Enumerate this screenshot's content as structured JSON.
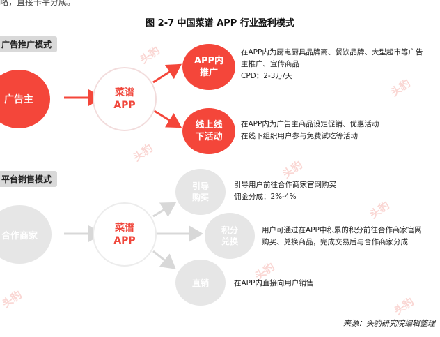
{
  "top_cut_text": "略，直接卡平分成。",
  "figure_title": "图 2-7  中国菜谱 APP 行业盈利模式",
  "section1": {
    "label": "广告推广模式",
    "advertiser": "广告主",
    "center": [
      "菜谱",
      "APP"
    ],
    "branches": [
      {
        "circle": [
          "APP内",
          "推广"
        ],
        "lines": [
          "在APP内为厨电厨具品牌商、餐饮品牌、大型超市等广告",
          "主推广、宣传商品",
          "CPD：2-3万/天"
        ]
      },
      {
        "circle": [
          "线上线",
          "下活动"
        ],
        "lines": [
          "在APP内为广告主商品设定促销、优惠活动",
          "在线下组织用户参与免费试吃等活动"
        ]
      }
    ]
  },
  "section2": {
    "label": "平台销售模式",
    "merchant": "合作商家",
    "center": [
      "菜谱",
      "APP"
    ],
    "branches": [
      {
        "circle": [
          "引导",
          "购买"
        ],
        "lines": [
          "引导用户前往合作商家官网购买",
          "佣金分成：2%-4%"
        ]
      },
      {
        "circle": [
          "积分",
          "兑换"
        ],
        "lines": [
          "用户可通过在APP中积累的积分前往合作商家官网",
          "购买、兑换商品，完成交易后与合作商家分成"
        ]
      },
      {
        "circle": [
          "直销"
        ],
        "lines": [
          "在APP内直接向用户销售"
        ]
      }
    ]
  },
  "source": "来源：头豹研究院编辑整理",
  "watermark": "头豹",
  "colors": {
    "accent": "#f4463a",
    "gray_circle": "#e6e6e6",
    "label_bg": "#d9d9d9"
  }
}
